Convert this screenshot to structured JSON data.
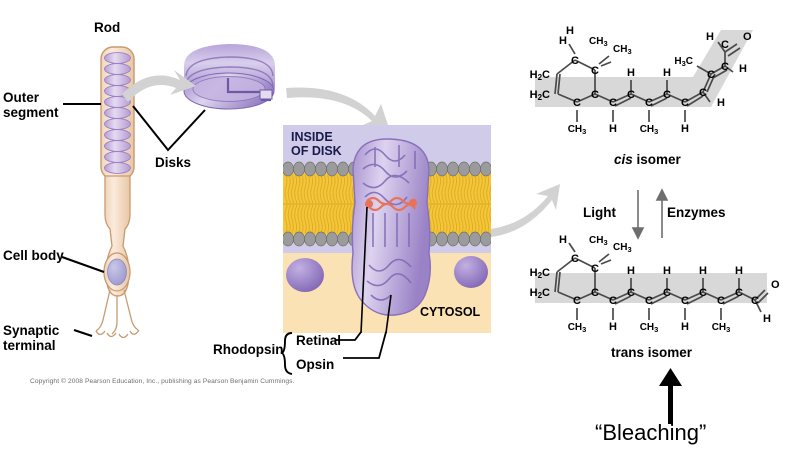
{
  "figure": {
    "title_labels": {
      "rod": "Rod",
      "outer_segment": "Outer\nsegment",
      "disks": "Disks",
      "cell_body": "Cell body",
      "synaptic_terminal": "Synaptic\nterminal",
      "inside_of_disk": "INSIDE\nOF DISK",
      "cytosol": "CYTOSOL",
      "rhodopsin": "Rhodopsin",
      "retinal": "Retinal",
      "opsin": "Opsin",
      "cis_isomer_italic": "cis",
      "cis_isomer_rest": " isomer",
      "trans_isomer": "trans isomer",
      "light": "Light",
      "enzymes": "Enzymes",
      "bleaching": "“Bleaching”"
    },
    "copyright": "Copyright © 2008 Pearson Education, Inc., publishing as Pearson Benjamin Cummings.",
    "colors": {
      "rod_body": "#f7e2ce",
      "rod_outline": "#c89a70",
      "disk_purple": "#cbb3e0",
      "disk_purple_dark": "#8f79bd",
      "nucleus": "#a9a6d8",
      "panel_top": "#cfcbe8",
      "panel_bottom": "#fbe2b4",
      "membrane_head": "#9b9b9b",
      "membrane_tail": "#f5c63a",
      "protein_purple": "#b9a4dc",
      "retinal_red": "#e8735a",
      "arrow_gray": "#cfcfcf",
      "chem_shade": "#d6d6d6",
      "text_black": "#000000"
    },
    "chem": {
      "h": "H",
      "o": "O",
      "c": "C",
      "ch3": "CH3",
      "h2c": "H2C",
      "h3c": "H3C"
    }
  }
}
